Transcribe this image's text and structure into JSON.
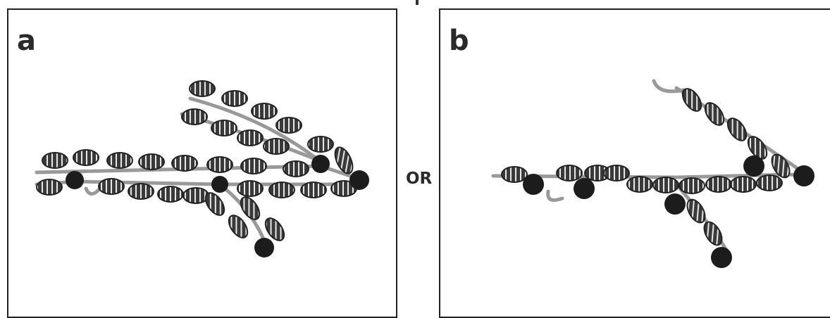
{
  "panels": [
    {
      "label": "a"
    },
    {
      "label": "b"
    }
  ],
  "separator": "OR",
  "colors": {
    "border": "#222222",
    "filament": "#999999",
    "bead_fill": "#3a3a3a",
    "node": "#1c1c1c"
  }
}
